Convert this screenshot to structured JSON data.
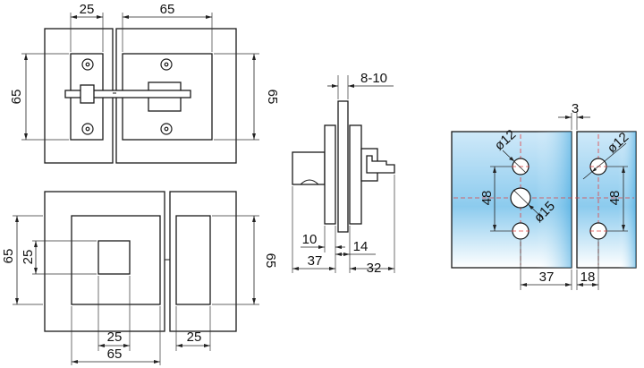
{
  "front_view": {
    "dim_top_left": "25",
    "dim_top_right": "65",
    "dim_left": "65",
    "dim_right": "65"
  },
  "rear_view": {
    "dim_left_outer": "65",
    "dim_left_inner": "25",
    "dim_right": "65",
    "dim_bottom_inner": "25",
    "dim_bottom_outer": "65",
    "dim_bottom_right": "25"
  },
  "side_view": {
    "dim_glass": "8-10",
    "dim_10": "10",
    "dim_14": "14",
    "dim_37": "37",
    "dim_32": "32"
  },
  "glass_view": {
    "dim_gap": "3",
    "dim_hole_left": "ø12",
    "dim_hole_right": "ø12",
    "dim_hole_center": "ø15",
    "dim_spacing_left": "48",
    "dim_spacing_right": "48",
    "dim_offset_left": "37",
    "dim_offset_right": "18",
    "glass_gradient_top": "#cfe9f9",
    "glass_gradient_bottom": "#3fa6de"
  }
}
